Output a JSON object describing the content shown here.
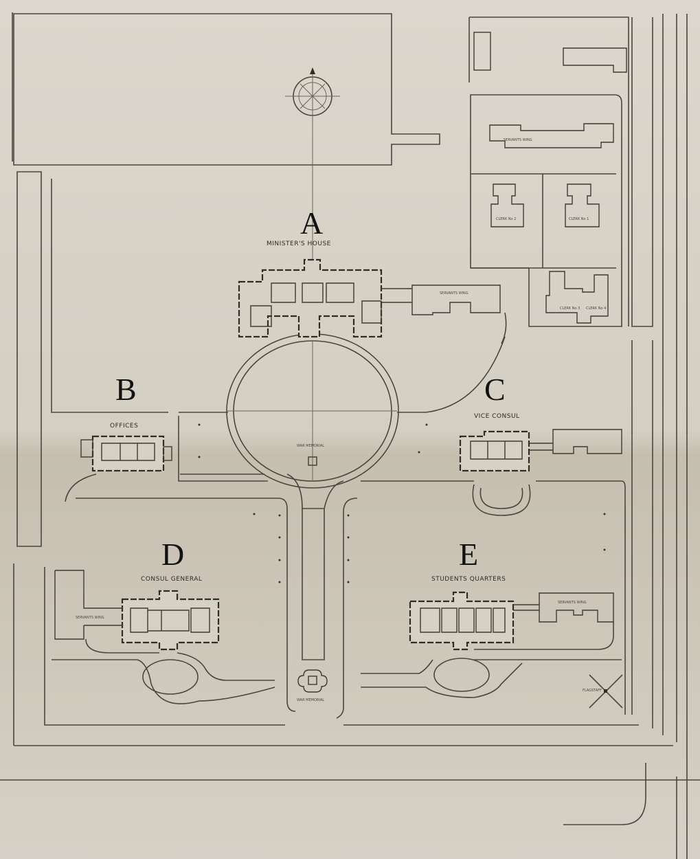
{
  "title": "Legation site plan",
  "markers": {
    "a": "A",
    "b": "B",
    "c": "C",
    "d": "D",
    "e": "E"
  },
  "buildings": {
    "ministers_house": "MINISTER'S HOUSE",
    "offices": "OFFICES",
    "vice_consul": "VICE CONSUL",
    "consul_general": "CONSUL GENERAL",
    "students_quarters": "STUDENTS QUARTERS",
    "servants_wing": "SERVANTS WING",
    "war_memorial": "WAR MEMORIAL",
    "flagstaff": "FLAGSTAFF",
    "clerk_1": "CLERK No 1",
    "clerk_2": "CLERK No 2",
    "clerk_3": "CLERK No 3",
    "clerk_4": "CLERK No 4"
  },
  "colors": {
    "paper": "#d8d3c8",
    "ink": "#2f2c27"
  }
}
